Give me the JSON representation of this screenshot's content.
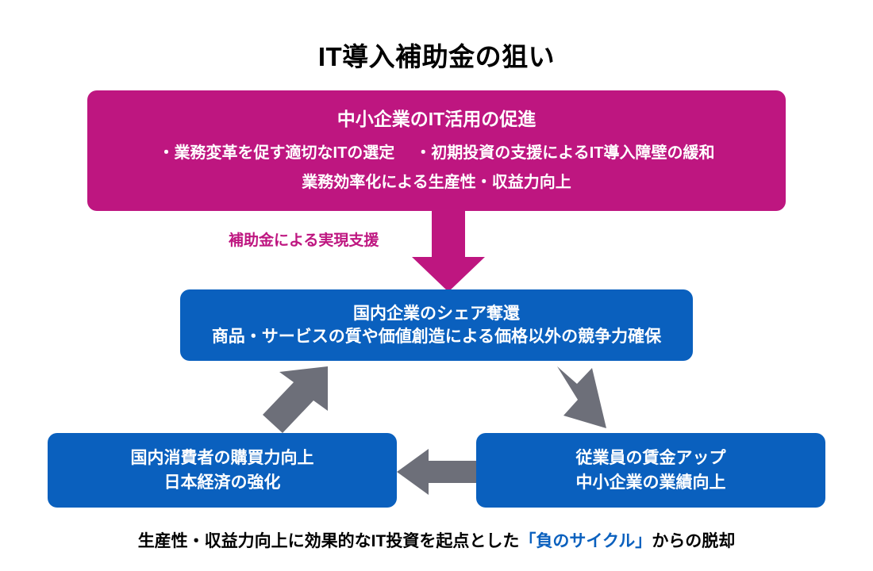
{
  "title": "IT導入補助金の狙い",
  "colors": {
    "magenta": "#be1680",
    "blue": "#0a60be",
    "gray_arrow": "#6d6f79",
    "background": "#ffffff",
    "text_dark": "#000000",
    "text_light": "#ffffff"
  },
  "boxes": {
    "promotion": {
      "headline": "中小企業のIT活用の促進",
      "bullet_left": "・業務変革を促す適切なITの選定",
      "bullet_right": "・初期投資の支援によるIT導入障壁の緩和",
      "sub": "業務効率化による生産性・収益力向上",
      "color": "#be1680"
    },
    "share": {
      "headline": "国内企業のシェア奪還",
      "sub": "商品・サービスの質や価値創造による価格以外の競争力確保",
      "color": "#0a60be"
    },
    "consumer": {
      "line1": "国内消費者の購買力向上",
      "line2": "日本経済の強化",
      "color": "#0a60be"
    },
    "wage": {
      "line1": "従業員の賃金アップ",
      "line2": "中小企業の業績向上",
      "color": "#0a60be"
    }
  },
  "arrows": {
    "subsidy_support": {
      "label": "補助金による実現支援",
      "icon": "arrow-down-icon",
      "color": "#be1680"
    },
    "share_to_wage": {
      "icon": "arrow-down-right-icon",
      "color": "#6d6f79"
    },
    "wage_to_consumer": {
      "icon": "arrow-left-icon",
      "color": "#6d6f79"
    },
    "consumer_to_share": {
      "icon": "arrow-up-right-icon",
      "color": "#6d6f79"
    }
  },
  "caption": {
    "prefix": "生産性・収益力向上に効果的なIT投資を起点とした",
    "accent": "「負のサイクル」",
    "suffix": "からの脱却"
  }
}
